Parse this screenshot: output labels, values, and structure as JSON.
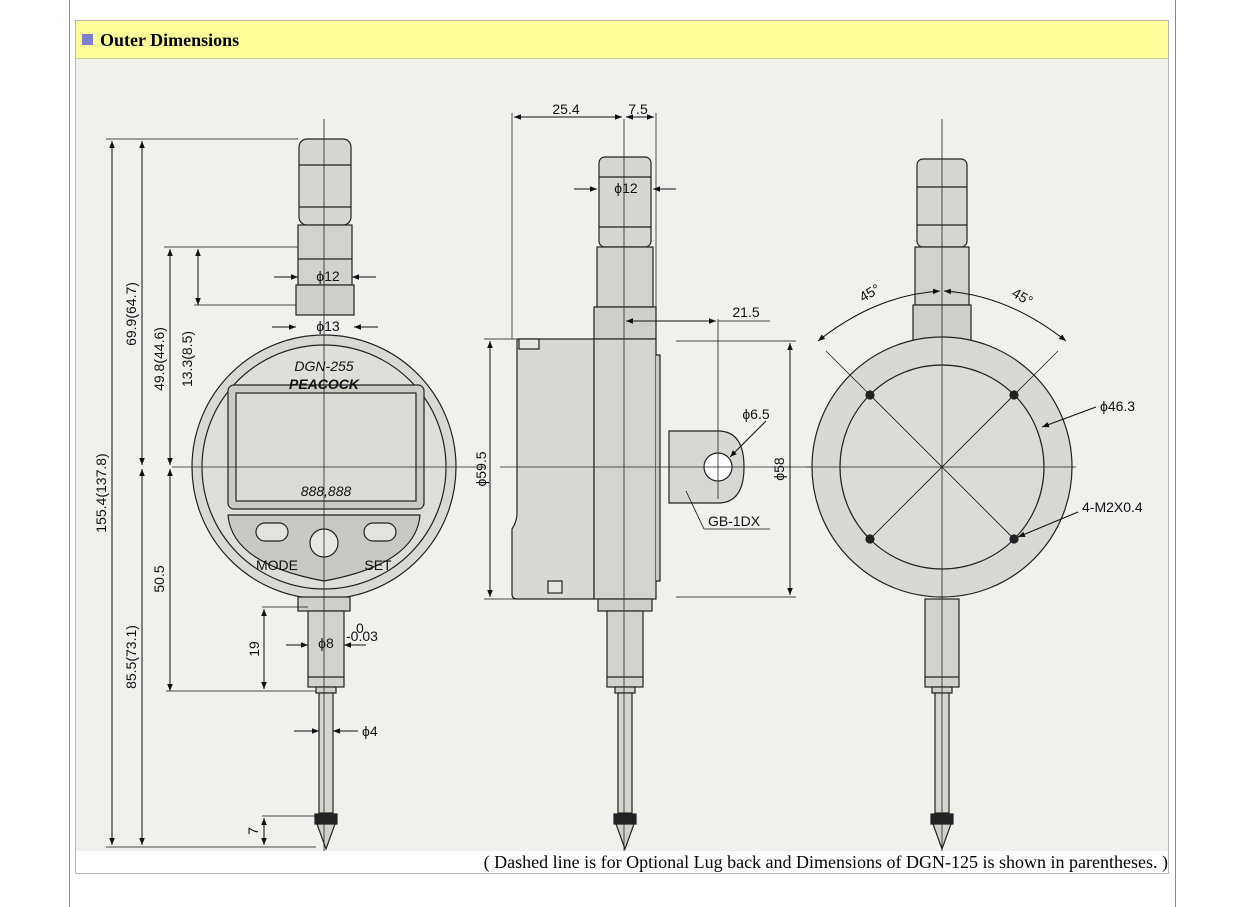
{
  "header": {
    "title": "Outer Dimensions"
  },
  "footnote": "( Dashed line is for Optional Lug back and Dimensions of DGN-125 is shown in parentheses. )",
  "front_view": {
    "model": "DGN-255",
    "brand": "PEACOCK",
    "display": "888,888",
    "buttons": {
      "mode": "MODE",
      "set": "SET"
    },
    "dims": {
      "total_height": "155.4(137.8)",
      "upper_height": "69.9(64.7)",
      "stem_top": "49.8(44.6)",
      "stem_mid": "13.3(8.5)",
      "lower_height": "85.5(73.1)",
      "lower_mid": "50.5",
      "stem_len": "19",
      "tip_len": "7",
      "cap_dia": "ϕ12",
      "collar_dia": "ϕ13",
      "stem_dia": "ϕ8",
      "tol_upper": "0",
      "tol_lower": "-0.03",
      "spindle_dia": "ϕ4"
    }
  },
  "side_view": {
    "dims": {
      "depth": "25.4",
      "offset": "7.5",
      "cap_dia": "ϕ12",
      "lug_offset": "21.5",
      "hole_dia": "ϕ6.5",
      "body_dia": "ϕ59.5",
      "case_dia": "ϕ58",
      "lug_label": "GB-1DX"
    }
  },
  "back_view": {
    "dims": {
      "angle_left": "45°",
      "angle_right": "45°",
      "pcd": "ϕ46.3",
      "screws": "4-M2X0.4"
    }
  },
  "colors": {
    "header_bg": "#ffff99",
    "bullet": "#7f7fd0",
    "drawing_bg": "#eef1ec",
    "body_fill": "#dcdcd6"
  }
}
